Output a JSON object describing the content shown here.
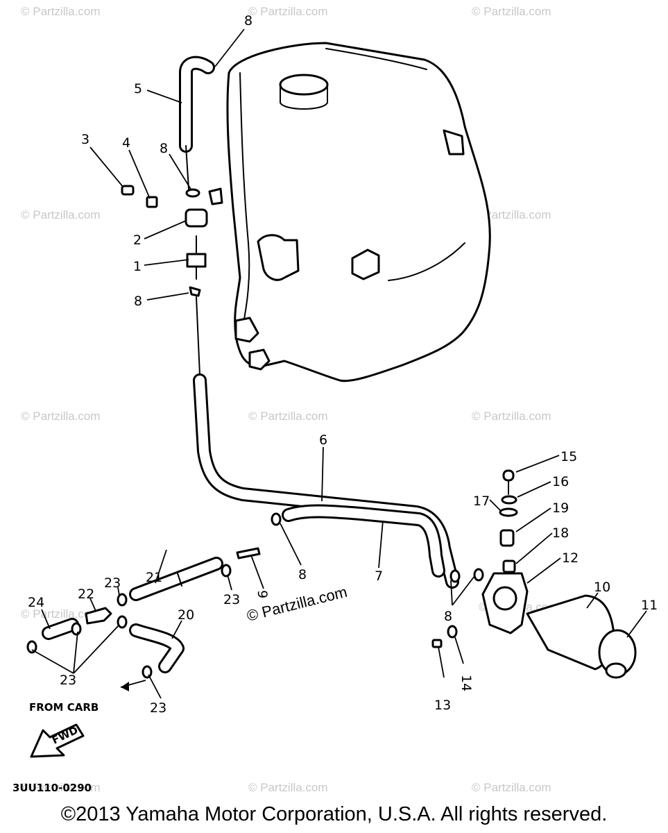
{
  "watermark": "© Partzilla.com",
  "watermark_main": "© Partzilla.com",
  "callouts": {
    "c1": "1",
    "c2": "2",
    "c3": "3",
    "c4": "4",
    "c5": "5",
    "c6": "6",
    "c7": "7",
    "c8a": "8",
    "c8b": "8",
    "c8c": "8",
    "c8d": "8",
    "c8e": "8",
    "c9": "9",
    "c10": "10",
    "c11": "11",
    "c12": "12",
    "c13": "13",
    "c14": "14",
    "c15": "15",
    "c16": "16",
    "c17": "17",
    "c18": "18",
    "c19": "19",
    "c20": "20",
    "c21": "21",
    "c22": "22",
    "c23a": "23",
    "c23b": "23",
    "c23c": "23",
    "c23d": "23",
    "c24": "24"
  },
  "from_carb_label": "FROM CARB",
  "fwd_label": "FWD",
  "diagram_code": "3UU110-0290",
  "copyright": "©2013 Yamaha Motor Corporation, U.S.A. All rights reserved."
}
